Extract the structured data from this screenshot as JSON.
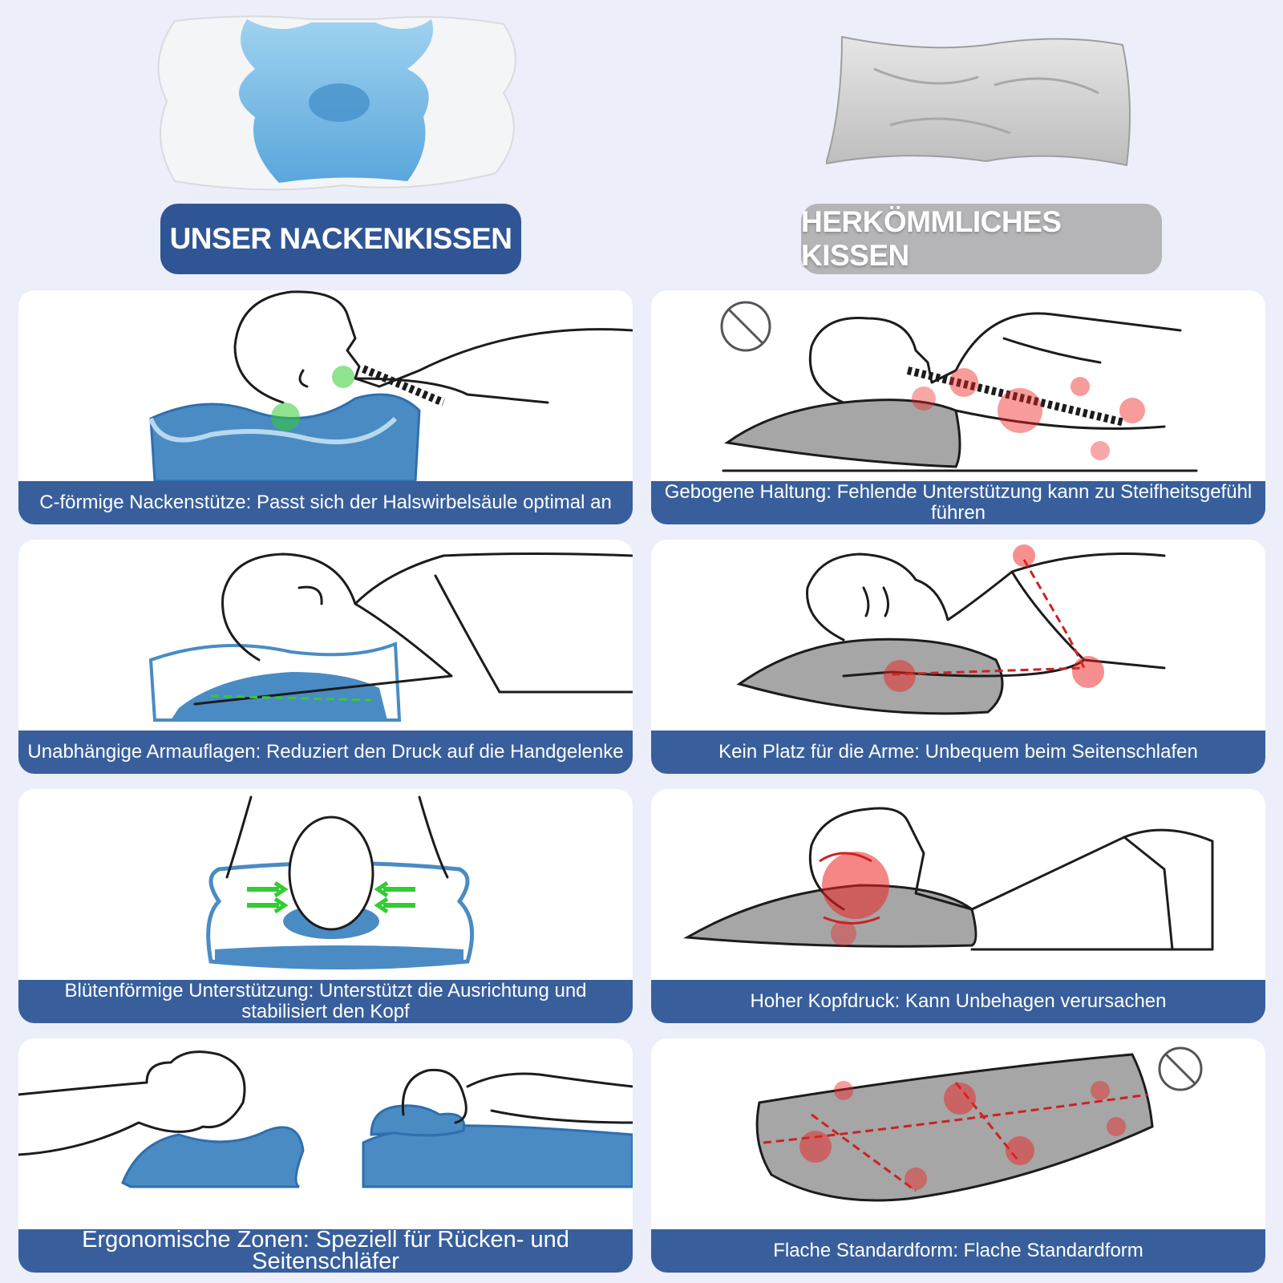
{
  "header": {
    "ours_label": "UNSER NACKENKISSEN",
    "theirs_label": "HERKÖMMLICHES KISSEN"
  },
  "colors": {
    "background": "#eceef9",
    "brand_blue": "#2f5594",
    "caption_blue": "#385f9c",
    "badge_gray": "#b5b5b7",
    "pillow_blue": "#4a8bc4",
    "support_green": "#33cc33",
    "pain_red": "#ee2222",
    "pillow_gray": "#a6a6a6"
  },
  "ours_cards": [
    {
      "caption": "C-förmige Nackenstütze: Passt sich der Halswirbelsäule optimal an"
    },
    {
      "caption": "Unabhängige Armauflagen: Reduziert den Druck auf die Handgelenke"
    },
    {
      "caption": "Blütenförmige Unterstützung: Unterstützt die Ausrichtung und stabilisiert den Kopf"
    },
    {
      "caption": "Ergonomische Zonen: Speziell für Rücken- und Seitenschläfer"
    }
  ],
  "theirs_cards": [
    {
      "caption": "Gebogene Haltung: Fehlende Unterstützung kann zu Steifheitsgefühl führen"
    },
    {
      "caption": "Kein Platz für die Arme: Unbequem beim Seitenschlafen"
    },
    {
      "caption": "Hoher Kopfdruck: Kann Unbehagen verursachen"
    },
    {
      "caption": "Flache Standardform: Flache Standardform"
    }
  ]
}
